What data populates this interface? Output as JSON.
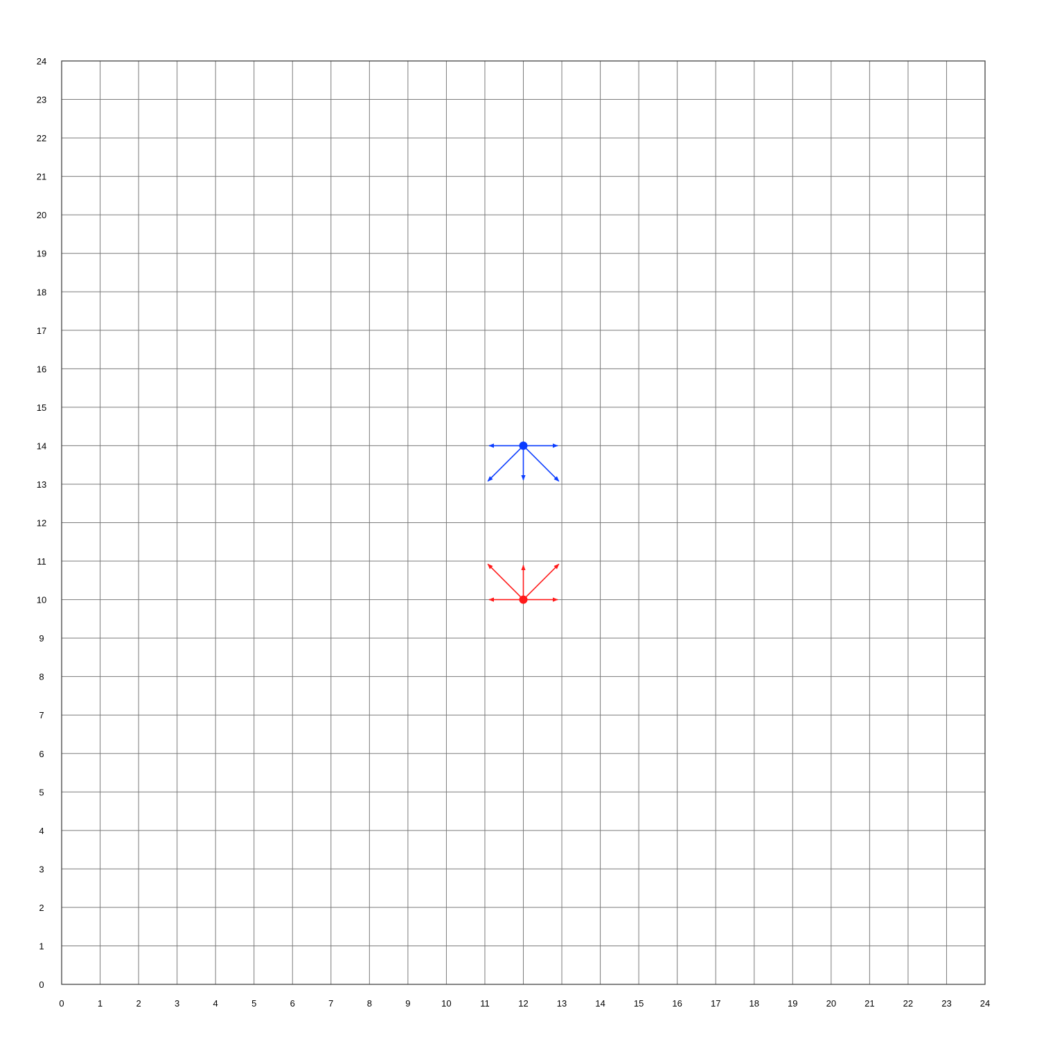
{
  "grid": {
    "x_min": 0,
    "x_max": 24,
    "y_min": 0,
    "y_max": 24,
    "x_ticks": [
      "0",
      "1",
      "2",
      "3",
      "4",
      "5",
      "6",
      "7",
      "8",
      "9",
      "10",
      "11",
      "12",
      "13",
      "14",
      "15",
      "16",
      "17",
      "18",
      "19",
      "20",
      "21",
      "22",
      "23",
      "24"
    ],
    "y_ticks": [
      "0",
      "1",
      "2",
      "3",
      "4",
      "5",
      "6",
      "7",
      "8",
      "9",
      "10",
      "11",
      "12",
      "13",
      "14",
      "15",
      "16",
      "17",
      "18",
      "19",
      "20",
      "21",
      "22",
      "23",
      "24"
    ],
    "line_color": "#7a7a7a"
  },
  "pieces": [
    {
      "id": "blue",
      "color": "#0a3cff",
      "position": [
        12,
        14
      ],
      "moves": [
        [
          11,
          14
        ],
        [
          13,
          14
        ],
        [
          11,
          13
        ],
        [
          12,
          13
        ],
        [
          13,
          13
        ]
      ]
    },
    {
      "id": "red",
      "color": "#ff1a1a",
      "position": [
        12,
        10
      ],
      "moves": [
        [
          11,
          10
        ],
        [
          13,
          10
        ],
        [
          11,
          11
        ],
        [
          12,
          11
        ],
        [
          13,
          11
        ]
      ]
    }
  ]
}
